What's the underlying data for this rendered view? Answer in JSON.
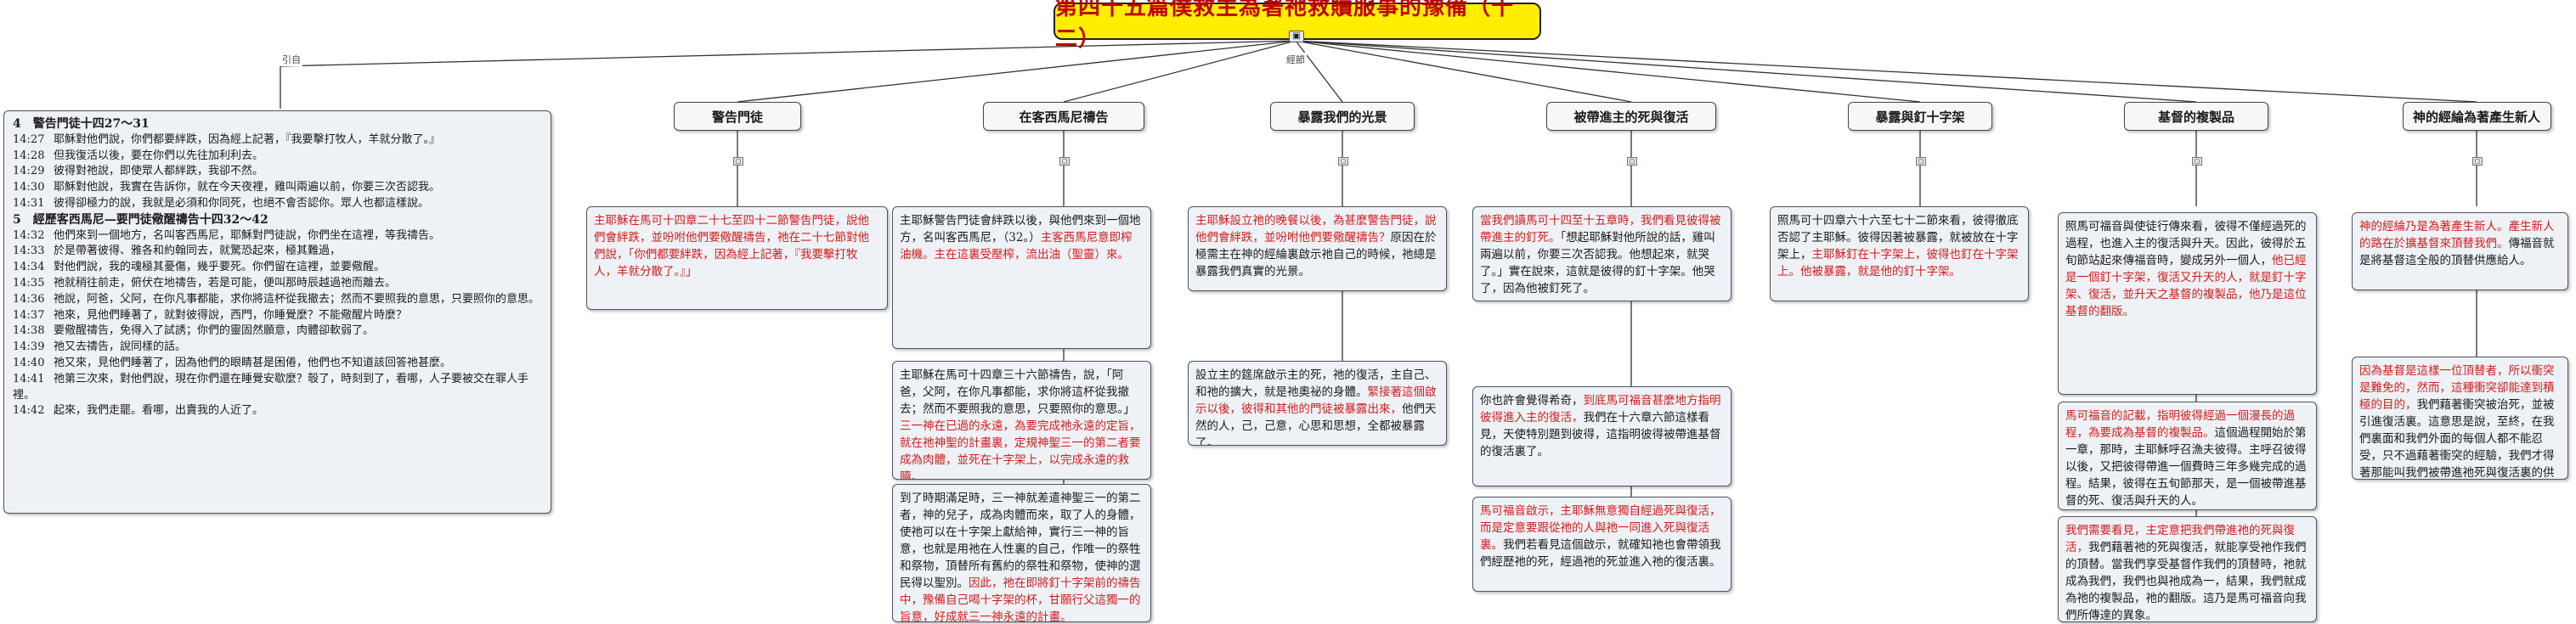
{
  "title": "第四十五篇僕救主為著祂救贖服事的豫備（十二）",
  "link_labels": {
    "left": "引自",
    "right": "經節"
  },
  "scripture": {
    "sections": [
      {
        "heading": "4　警告門徒十四27～31",
        "verses": [
          {
            "ref": "14:27",
            "text": "耶穌對他們說，你們都要絆跌，因為經上記著，『我要擊打牧人，羊就分散了。』"
          },
          {
            "ref": "14:28",
            "text": "但我復活以後，要在你們以先往加利利去。"
          },
          {
            "ref": "14:29",
            "text": "彼得對祂說，即使眾人都絆跌，我卻不然。"
          },
          {
            "ref": "14:30",
            "text": "耶穌對他說，我實在告訴你，就在今天夜裡，雞叫兩遍以前，你要三次否認我。"
          },
          {
            "ref": "14:31",
            "text": "彼得卻極力的說，我就是必須和你同死，也絕不會否認你。眾人也都這樣說。"
          }
        ]
      },
      {
        "heading": "5　經歷客西馬尼—要門徒儆醒禱告十四32～42",
        "verses": [
          {
            "ref": "14:32",
            "text": "他們來到一個地方，名叫客西馬尼，耶穌對門徒說，你們坐在這裡，等我禱告。"
          },
          {
            "ref": "14:33",
            "text": "於是帶著彼得、雅各和約翰同去，就驚恐起來，極其難過，"
          },
          {
            "ref": "14:34",
            "text": "對他們說，我的魂極其憂傷，幾乎要死。你們留在這裡，並要儆醒。"
          },
          {
            "ref": "14:35",
            "text": "祂就稍往前走，俯伏在地禱告，若是可能，便叫那時辰越過祂而離去。"
          },
          {
            "ref": "14:36",
            "text": "祂說，阿爸，父阿，在你凡事都能，求你將這杯從我撤去；然而不要照我的意思，只要照你的意思。"
          },
          {
            "ref": "14:37",
            "text": "祂來，見他們睡著了，就對彼得說，西門，你睡覺麼？不能儆醒片時麼？"
          },
          {
            "ref": "14:38",
            "text": "要儆醒禱告，免得入了試誘；你們的靈固然願意，肉體卻軟弱了。"
          },
          {
            "ref": "14:39",
            "text": "祂又去禱告，說同樣的話。"
          },
          {
            "ref": "14:40",
            "text": "祂又來，見他們睡著了，因為他們的眼睛甚是困倦，他們也不知道該回答祂甚麼。"
          },
          {
            "ref": "14:41",
            "text": "祂第三次來，對他們說，現在你們還在睡覺安歇麼？彀了，時刻到了，看哪，人子要被交在罪人手裡。"
          },
          {
            "ref": "14:42",
            "text": "起來，我們走罷。看哪，出賣我的人近了。"
          }
        ]
      }
    ]
  },
  "topics": [
    {
      "title": "警告門徒",
      "notes": [
        [
          {
            "t": "主耶穌在馬可十四章二十七至四十二節警告門徒，說他們會絆跌，並吩咐他們要儆醒禱告，祂在二十七節對他們說，「你們都要絆跌，因為經上記著，『我要擊打牧人，羊就分散了。』」",
            "r": true
          }
        ]
      ]
    },
    {
      "title": "在客西馬尼禱告",
      "notes": [
        [
          {
            "t": "主耶穌警告門徒會絆跌以後，與他們來到一個地方，名叫客西馬尼，（32。）",
            "r": false
          },
          {
            "t": "主客西馬尼意即榨油機。主在這裏受壓榨，流出油（聖靈）來。",
            "r": true
          }
        ],
        [
          {
            "t": "主耶穌在馬可十四章三十六節禱告，說，「阿爸，父阿，在你凡事都能，求你將這杯從我撤去；然而不要照我的意思，只要照你的意思。」",
            "r": false
          },
          {
            "t": "三一神在已過的永遠，為要完成祂永遠的定旨，就在祂神聖的計畫裏，定規神聖三一的第二者要成為肉體，並死在十字架上，以完成永遠的救贖。",
            "r": true
          }
        ],
        [
          {
            "t": "到了時期滿足時，三一神就差遣神聖三一的第二者，神的兒子，成為肉體而來，取了人的身體，使祂可以在十字架上獻給神，實行三一神的旨意，也就是用祂在人性裏的自己，作唯一的祭牲和祭物，頂替所有舊約的祭牲和祭物，使神的選民得以聖別。",
            "r": false
          },
          {
            "t": "因此，祂在即將釘十字架前的禱告中，豫備自己喝十字架的杯，甘願行父這獨一的旨意，好成就三一神永遠的計畫。",
            "r": true
          }
        ]
      ]
    },
    {
      "title": "暴露我們的光景",
      "notes": [
        [
          {
            "t": "主耶穌設立祂的晚餐以後，為甚麼警告門徒，說他們會絆跌，並吩咐他們要儆醒禱告？",
            "r": true
          },
          {
            "t": "原因在於極需主在神的經綸裏啟示祂自己的時候，祂總是暴露我們真實的光景。",
            "r": false
          }
        ],
        [
          {
            "t": "設立主的筵席啟示主的死，祂的復活，主自己、和祂的擴大，就是祂奧祕的身體。",
            "r": false
          },
          {
            "t": "緊接著這個啟示以後，彼得和其他的門徒被暴露出來，",
            "r": true
          },
          {
            "t": "他們天然的人，己，己意，心思和思想，全都被暴露了。",
            "r": false
          }
        ]
      ]
    },
    {
      "title": "被帶進主的死與復活",
      "notes": [
        [
          {
            "t": "當我們讀馬可十四至十五章時，我們看見彼得被帶進主的釘死。",
            "r": true
          },
          {
            "t": "「想起耶穌對他所說的話，雞叫兩遍以前，你要三次否認我。他想起來，就哭了。」",
            "r": false
          },
          {
            "t": "實在說來，這就是彼得的釘十字架。他哭了，因為他被釘死了。",
            "r": false
          }
        ],
        [
          {
            "t": "你也許會覺得希奇，",
            "r": false
          },
          {
            "t": "到底馬可福音甚麼地方指明彼得進入主的復活，",
            "r": true
          },
          {
            "t": "我們在十六章六節這樣看見，天使特別題到彼得，這指明彼得被帶進基督的復活裏了。",
            "r": false
          }
        ],
        [
          {
            "t": "馬可福音啟示，主耶穌無意獨自經過死與復活，而是定意要跟從祂的人與祂一同進入死與復活裏。",
            "r": true
          },
          {
            "t": "我們若看見這個啟示，就確知祂也會帶領我們經歷祂的死，經過祂的死並進入祂的復活裏。",
            "r": false
          }
        ]
      ]
    },
    {
      "title": "暴露與釘十字架",
      "notes": [
        [
          {
            "t": "照馬可十四章六十六至七十二節來看，彼得徹底否認了主耶穌。彼得因著被暴露，就被放在十字架上，",
            "r": false
          },
          {
            "t": "主耶穌釘在十字架上，彼得也釘在十字架上。他被暴露，就是他的釘十字架。",
            "r": true
          }
        ]
      ]
    },
    {
      "title": "基督的複製品",
      "notes": [
        [
          {
            "t": "照馬可福音與使徒行傳來看，彼得不僅經過死的過程，也進入主的復活與升天。因此，彼得於五旬節站起來傳福音時，變成另外一個人，",
            "r": false
          },
          {
            "t": "他已經是一個釘十字架，復活又升天的人，就是釘十字架、復活，並升天之基督的複製品，他乃是這位基督的翻版。",
            "r": true
          }
        ],
        [
          {
            "t": "馬可福音的記載，指明彼得經過一個漫長的過程，為要成為基督的複製品。",
            "r": true
          },
          {
            "t": "這個過程開始於第一章，那時，主耶穌呼召漁夫彼得。主呼召彼得以後，又把彼得帶進一個費時三年多幾完成的過程。結果，彼得在五旬節那天，是一個被帶進基督的死、復活與升天的人。",
            "r": false
          }
        ],
        [
          {
            "t": "我們需要看見，主定意把我們帶進祂的死與復活，",
            "r": true
          },
          {
            "t": "我們藉著祂的死與復活，就能享受祂作我們的頂替。當我們享受基督作我們的頂替時，祂就成為我們，我們也與祂成為一，結果，我們就成為祂的複製品，祂的翻版。這乃是馬可福音向我們所傳達的異象。",
            "r": false
          }
        ]
      ]
    },
    {
      "title": "神的經綸為著產生新人",
      "notes": [
        [
          {
            "t": "神的經綸乃是為著產生新人。產生新人的路在於擴基督來頂替我們。",
            "r": true
          },
          {
            "t": "傳福音就是將基督這全般的頂替供應給人。",
            "r": false
          }
        ],
        [
          {
            "t": "因為基督是這樣一位頂替者，所以衝突是難免的，然而，這種衝突卻能達到積極的目的，",
            "r": true
          },
          {
            "t": "我們藉著衝突被治死，並被引進復活裏。這意思是說，至終，在我們裏面和我們外面的每個人都不能忍受，只不過藉著衝突的經驗，我們才得著那能叫我們被帶進祂死與復活裏的供應。",
            "r": false
          }
        ]
      ]
    }
  ],
  "colors": {
    "root_fill": "#ffee00",
    "root_text": "#c00000",
    "card_fill": "#eef2f6",
    "highlight": "#d21c1c"
  }
}
